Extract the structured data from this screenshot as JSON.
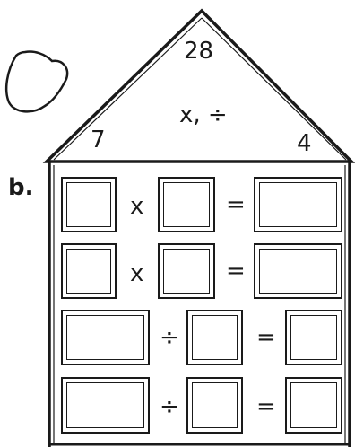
{
  "house": {
    "top_number": "28",
    "left_number": "7",
    "right_number": "4",
    "operations": "x, ÷"
  },
  "problem_label": "b.",
  "rows": [
    {
      "op": "x",
      "eq": "="
    },
    {
      "op": "x",
      "eq": "="
    },
    {
      "op": "÷",
      "eq": "="
    },
    {
      "op": "÷",
      "eq": "="
    }
  ]
}
